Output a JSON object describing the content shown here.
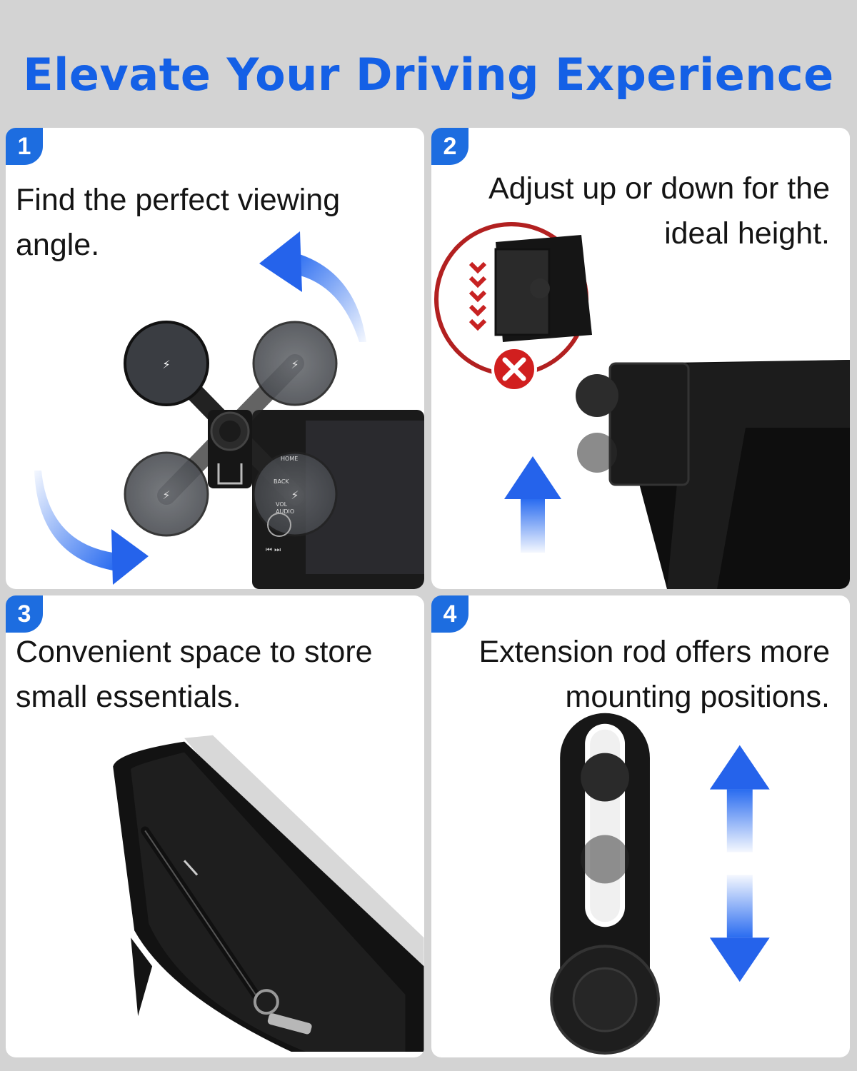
{
  "headline": "Elevate Your Driving Experience",
  "colors": {
    "accent": "#1460e6",
    "badge": "#1d6de0",
    "background": "#d3d3d3",
    "panel": "#ffffff",
    "warning": "#d02020"
  },
  "panels": [
    {
      "number": "1",
      "caption_lines": [
        "Find the perfect viewing",
        "angle."
      ],
      "illustration": "phone-mount-rotation-icon",
      "screen_labels": {
        "home": "HOME",
        "back": "BACK",
        "vol": "VOL",
        "audio": "AUDIO"
      }
    },
    {
      "number": "2",
      "caption_lines": [
        "Adjust up or down for the",
        "ideal height."
      ],
      "illustration": "height-adjust-icon"
    },
    {
      "number": "3",
      "caption_lines": [
        "Convenient space to store",
        "small essentials."
      ],
      "illustration": "storage-tray-icon"
    },
    {
      "number": "4",
      "caption_lines": [
        "Extension rod offers more",
        "mounting positions."
      ],
      "illustration": "extension-rod-icon"
    }
  ]
}
